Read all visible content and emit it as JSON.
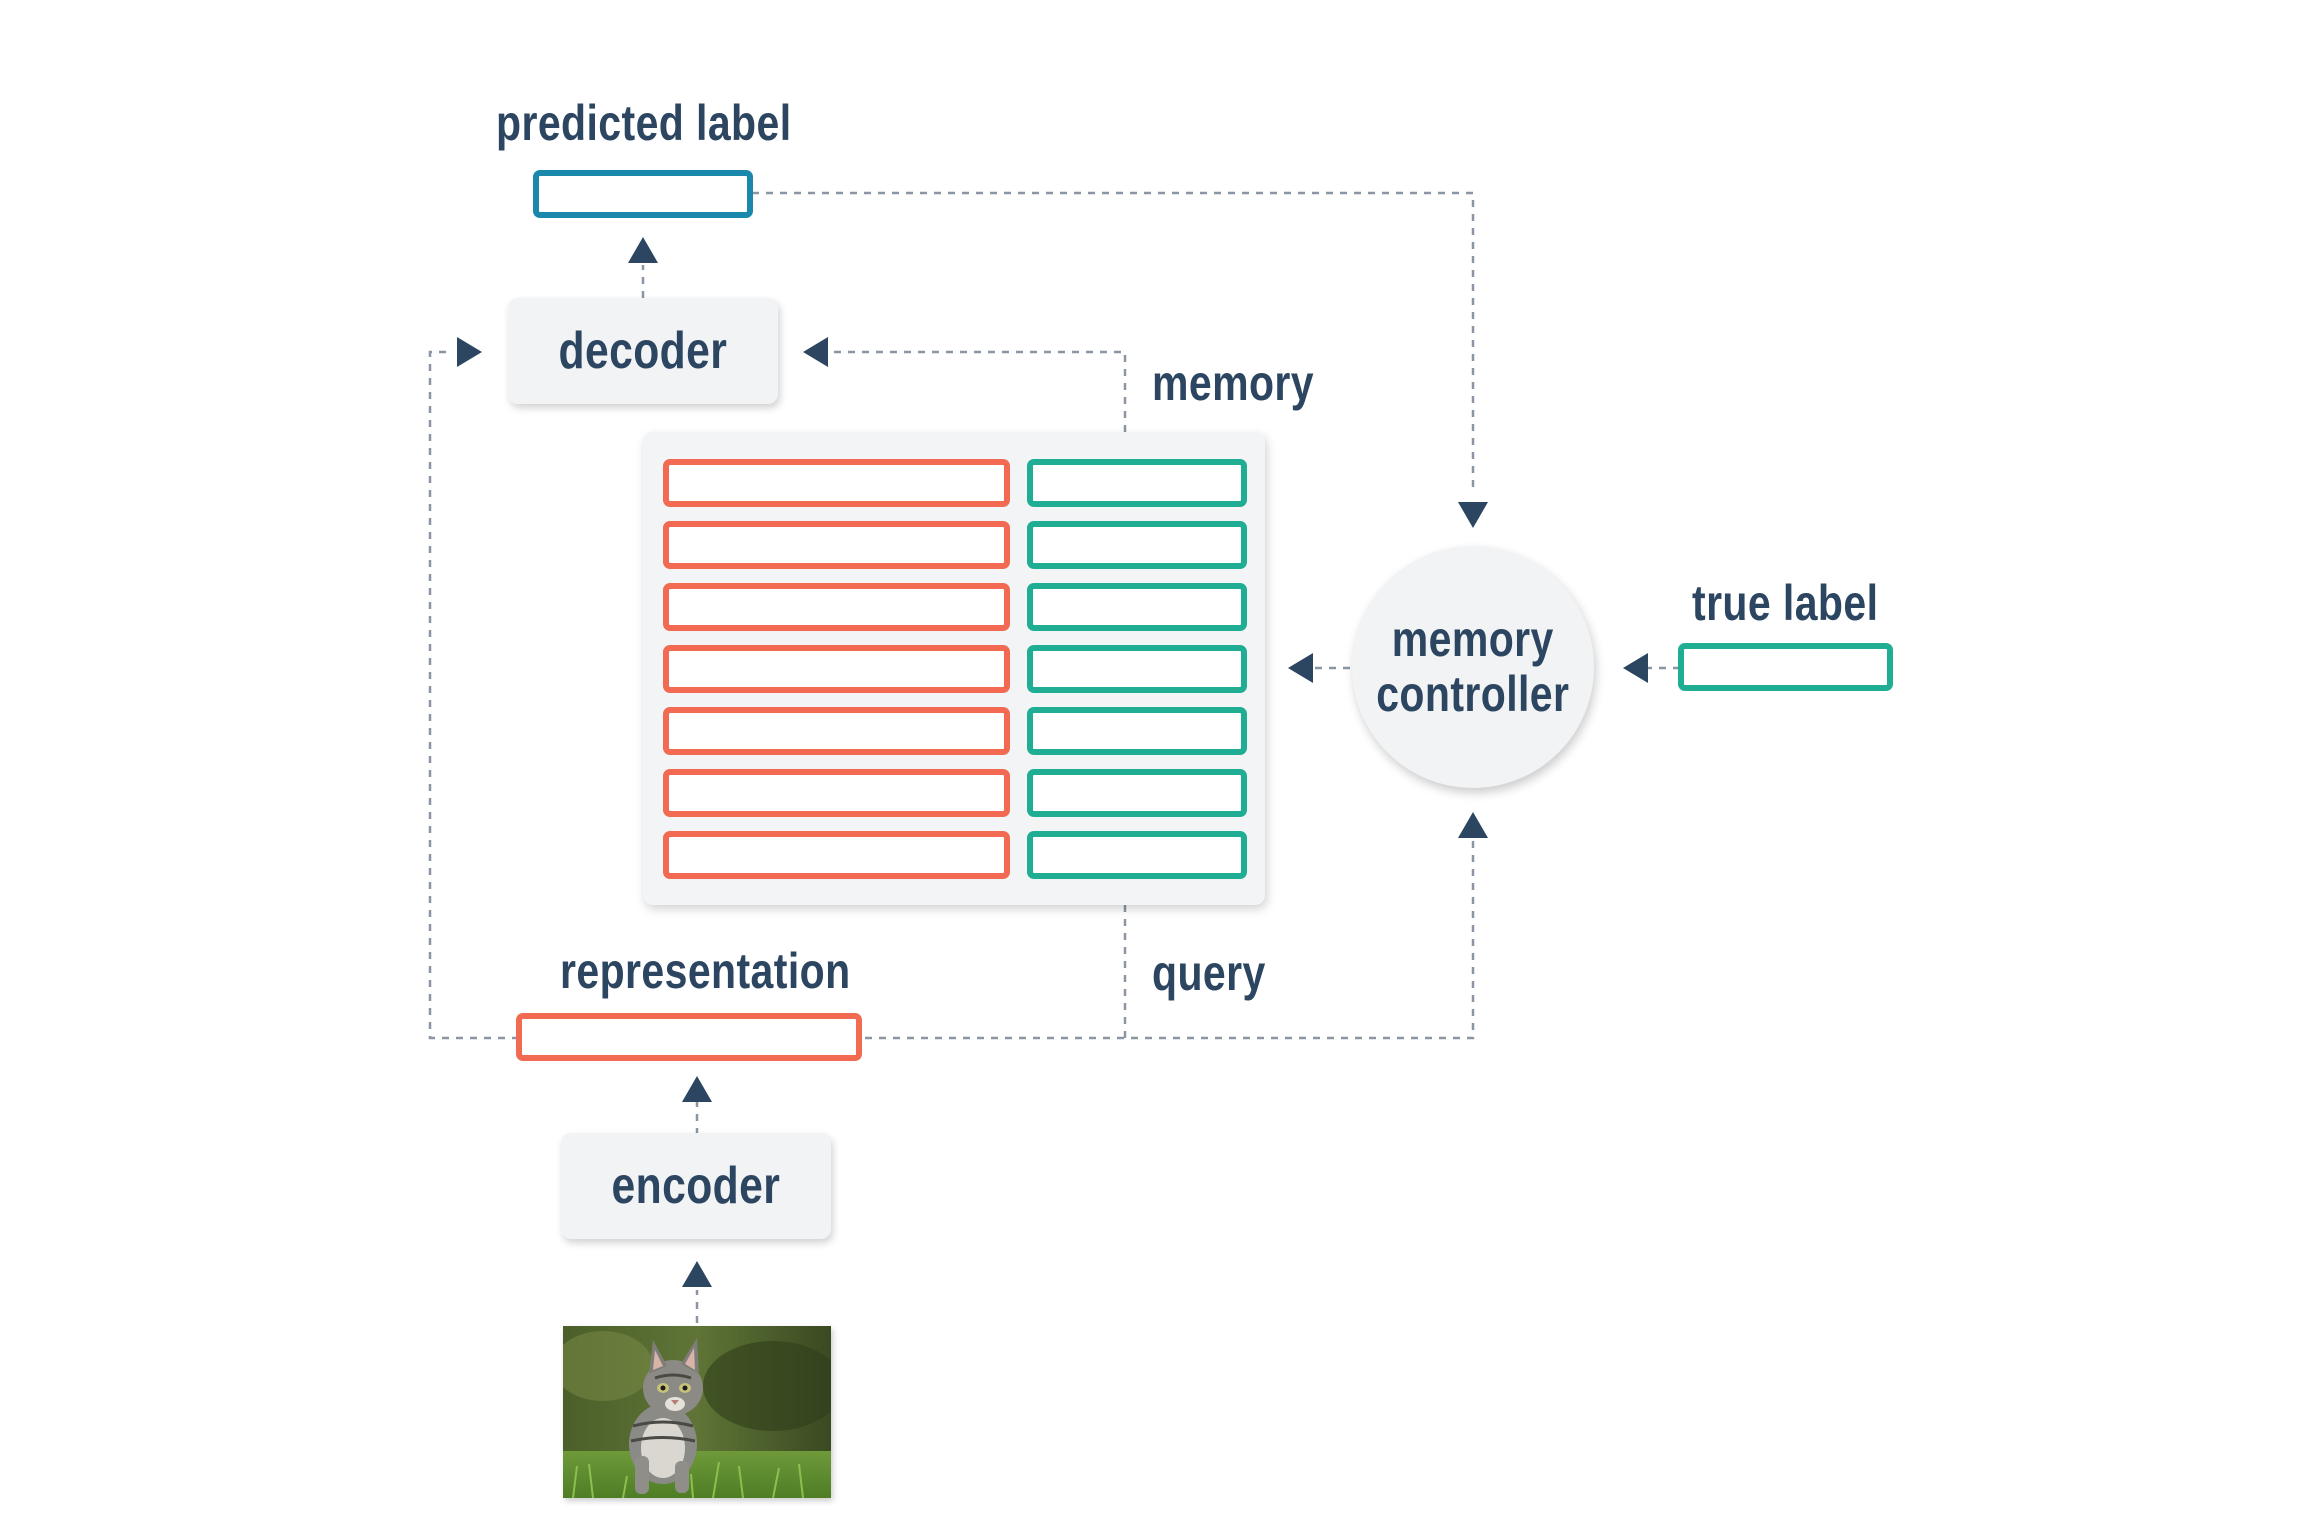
{
  "labels": {
    "predicted_label": "predicted label",
    "memory": "memory",
    "true_label": "true label",
    "representation": "representation",
    "query": "query"
  },
  "nodes": {
    "decoder": "decoder",
    "encoder": "encoder",
    "controller_line1": "memory",
    "controller_line2": "controller"
  },
  "memory": {
    "slot_count": 7
  },
  "colors": {
    "text": "#2c4560",
    "key": "#f26a52",
    "value": "#1fae93",
    "prediction": "#1a88ab",
    "connector": "#8a96a3",
    "arrow": "#2c4560",
    "node_fill": "#f1f3f5"
  },
  "icons": {
    "input_image": "cat-photo"
  }
}
